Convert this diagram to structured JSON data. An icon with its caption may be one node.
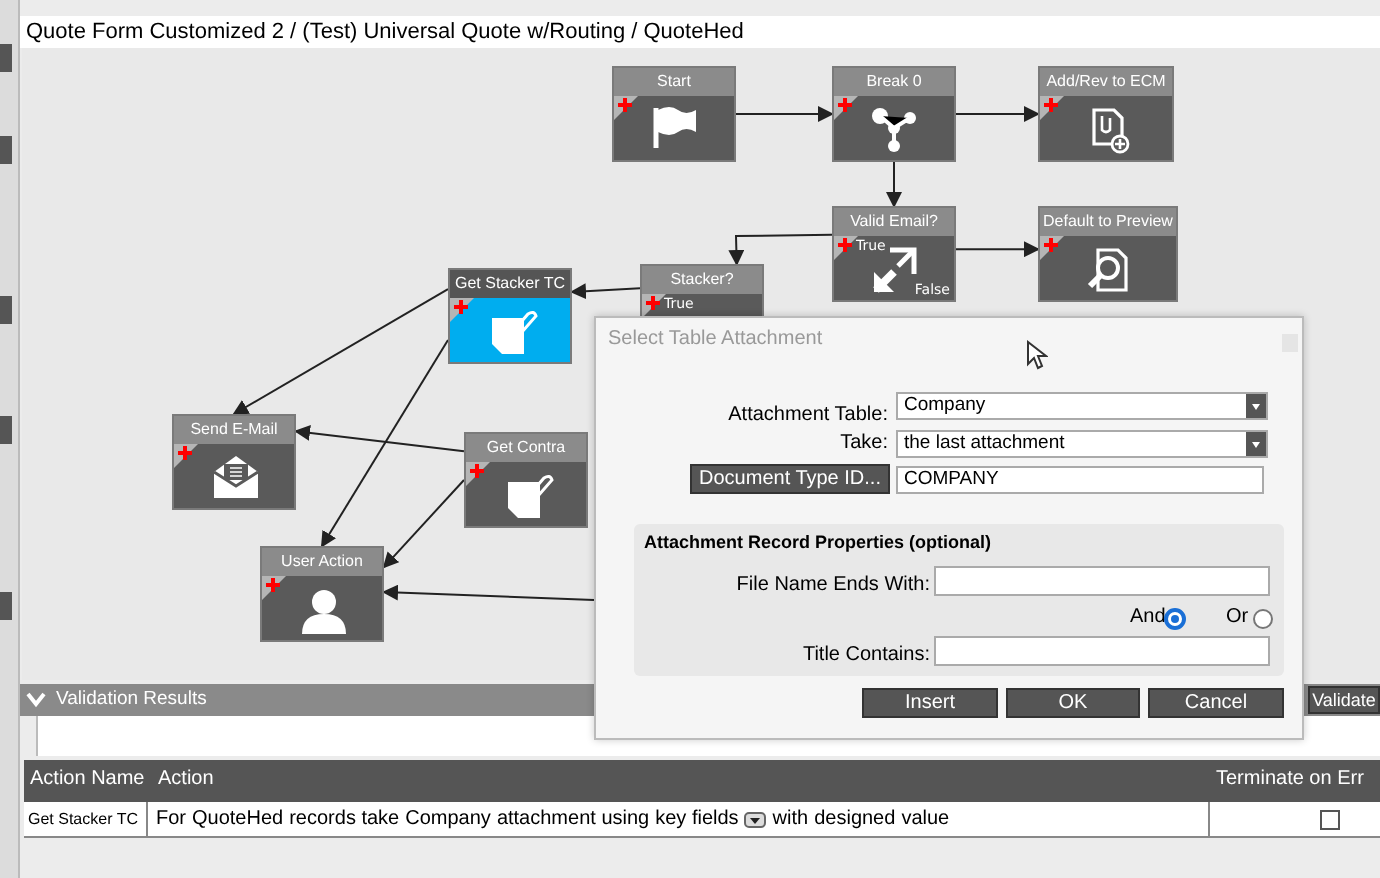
{
  "diagram": {
    "title": "Quote Form Customized 2 / (Test) Universal Quote w/Routing / QuoteHed",
    "nodes": [
      {
        "text": [
          "Start"
        ]
      },
      {
        "text": [
          "Break 0"
        ]
      },
      {
        "text": [
          "Add/Rev to ECM"
        ]
      },
      {
        "text": [
          "Valid Email?",
          "True",
          "False"
        ]
      },
      {
        "text": [
          "Default to Preview"
        ]
      },
      {
        "text": [
          "Stacker?",
          "True"
        ]
      },
      {
        "text": [
          "Get Stacker TC"
        ]
      },
      {
        "text": [
          "Send E-Mail"
        ]
      },
      {
        "text": [
          "Get Contra"
        ]
      },
      {
        "text": [
          "User Action"
        ]
      }
    ],
    "edges": [
      {
        "from": 0,
        "to": 1,
        "arrow": "to"
      },
      {
        "from": 1,
        "to": 2,
        "arrow": "to"
      },
      {
        "from": 1,
        "to": 3,
        "arrow": "to"
      },
      {
        "from": 3,
        "to": 4,
        "arrow": "to"
      },
      {
        "from": 3,
        "to": 5,
        "arrow": "to"
      },
      {
        "from": 5,
        "to": 6,
        "arrow": "to"
      },
      {
        "from": 6,
        "to": 7,
        "arrow": "to"
      },
      {
        "from": 6,
        "to": 9,
        "arrow": "to"
      },
      {
        "from": 8,
        "to": 7,
        "arrow": "to"
      },
      {
        "from": 8,
        "to": 9,
        "arrow": "to"
      },
      {
        "from": null,
        "to": 9,
        "arrow": "to"
      }
    ],
    "labels": [
      "Select Table Attachment",
      "Attachment Table:",
      "Company",
      "Take:",
      "the last attachment",
      "Document Type ID...",
      "COMPANY",
      "Attachment Record Properties (optional)",
      "File Name Ends With:",
      "And",
      "Or",
      "Title Contains:",
      "Validation Results",
      "Insert",
      "OK",
      "Cancel",
      "Validate",
      "Action Name",
      "Action",
      "Terminate on Err",
      "Get Stacker TC",
      "For",
      "QuoteHed",
      "records take",
      "Company",
      "attachment using",
      "key fields",
      "with",
      "designed",
      "value"
    ]
  }
}
